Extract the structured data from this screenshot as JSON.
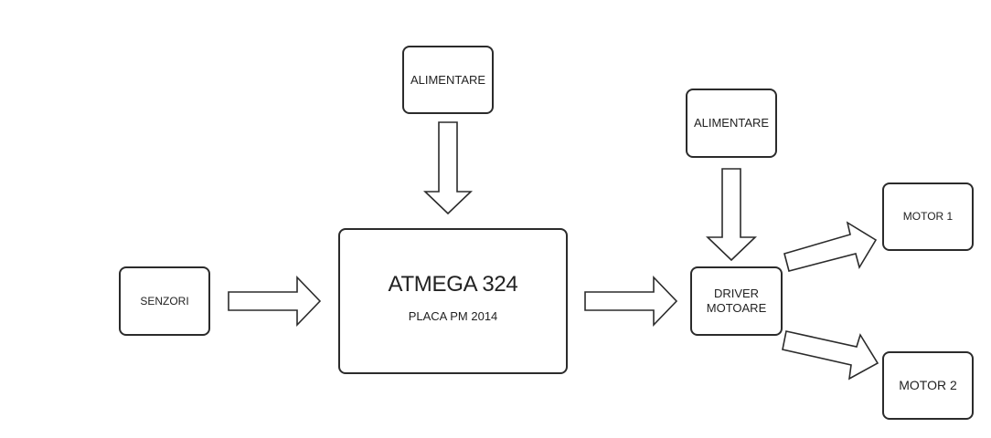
{
  "diagram": {
    "nodes": {
      "power_top": {
        "label": "ALIMENTARE"
      },
      "power_right": {
        "label": "ALIMENTARE"
      },
      "sensors": {
        "label": "SENZORI"
      },
      "mcu": {
        "title": "ATMEGA 324",
        "subtitle": "PLACA PM 2014"
      },
      "driver": {
        "line1": "DRIVER",
        "line2": "MOTOARE"
      },
      "motor1": {
        "label": "MOTOR 1"
      },
      "motor2": {
        "label": "MOTOR 2"
      }
    },
    "edges": [
      {
        "from": "ALIMENTARE",
        "to": "ATMEGA 324"
      },
      {
        "from": "SENZORI",
        "to": "ATMEGA 324"
      },
      {
        "from": "ATMEGA 324",
        "to": "DRIVER MOTOARE"
      },
      {
        "from": "ALIMENTARE",
        "to": "DRIVER MOTOARE"
      },
      {
        "from": "DRIVER MOTOARE",
        "to": "MOTOR 1"
      },
      {
        "from": "DRIVER MOTOARE",
        "to": "MOTOR 2"
      }
    ]
  }
}
